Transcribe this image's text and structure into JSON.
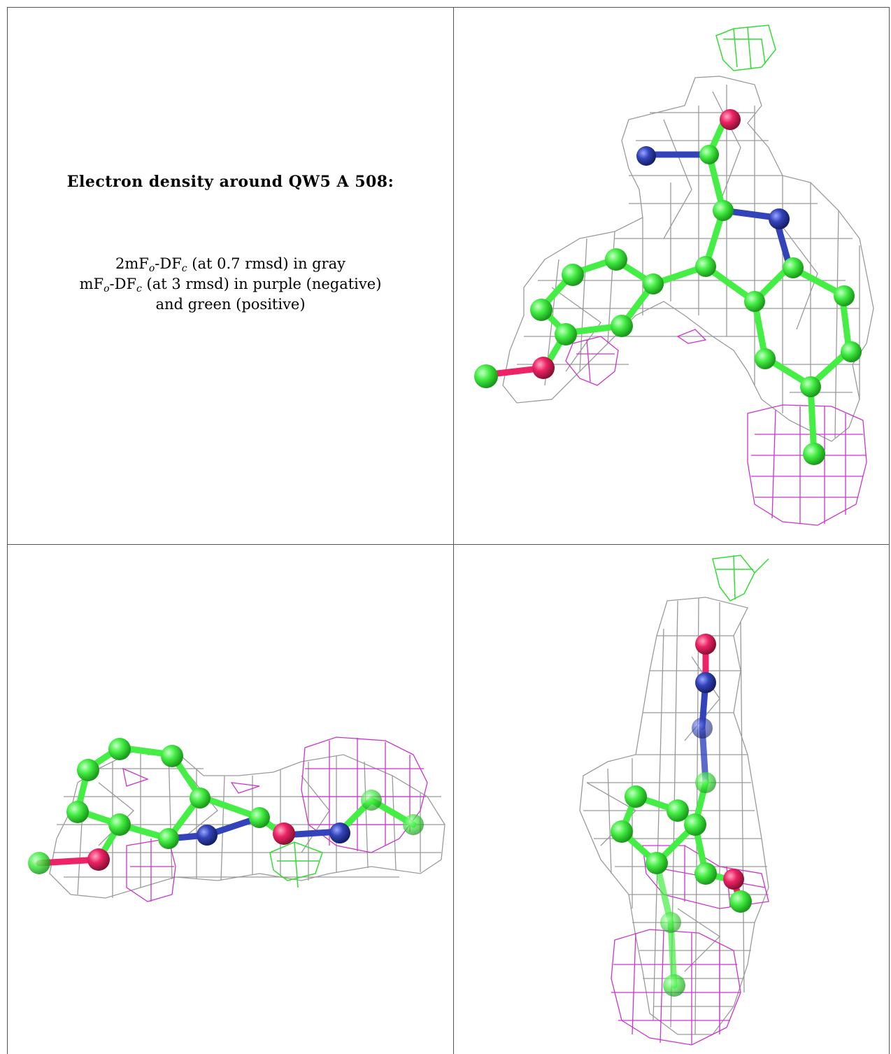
{
  "caption": {
    "title": "Electron density around QW5 A 508:",
    "line1_pre": "2mF",
    "line1_sub1": "o",
    "line1_mid": "-DF",
    "line1_sub2": "c",
    "line1_post": " (at 0.7 rmsd) in gray",
    "line2_pre": "mF",
    "line2_sub1": "o",
    "line2_mid": "-DF",
    "line2_sub2": "c",
    "line2_post": " (at 3 rmsd) in purple (negative)",
    "line3": "and green (positive)"
  },
  "colors": {
    "mesh_2fofc": "#9a9a9a",
    "mesh_negative": "#cc33cc",
    "mesh_positive": "#33dd33",
    "carbon": "#44ee44",
    "nitrogen": "#3344bb",
    "oxygen": "#ee2266"
  }
}
